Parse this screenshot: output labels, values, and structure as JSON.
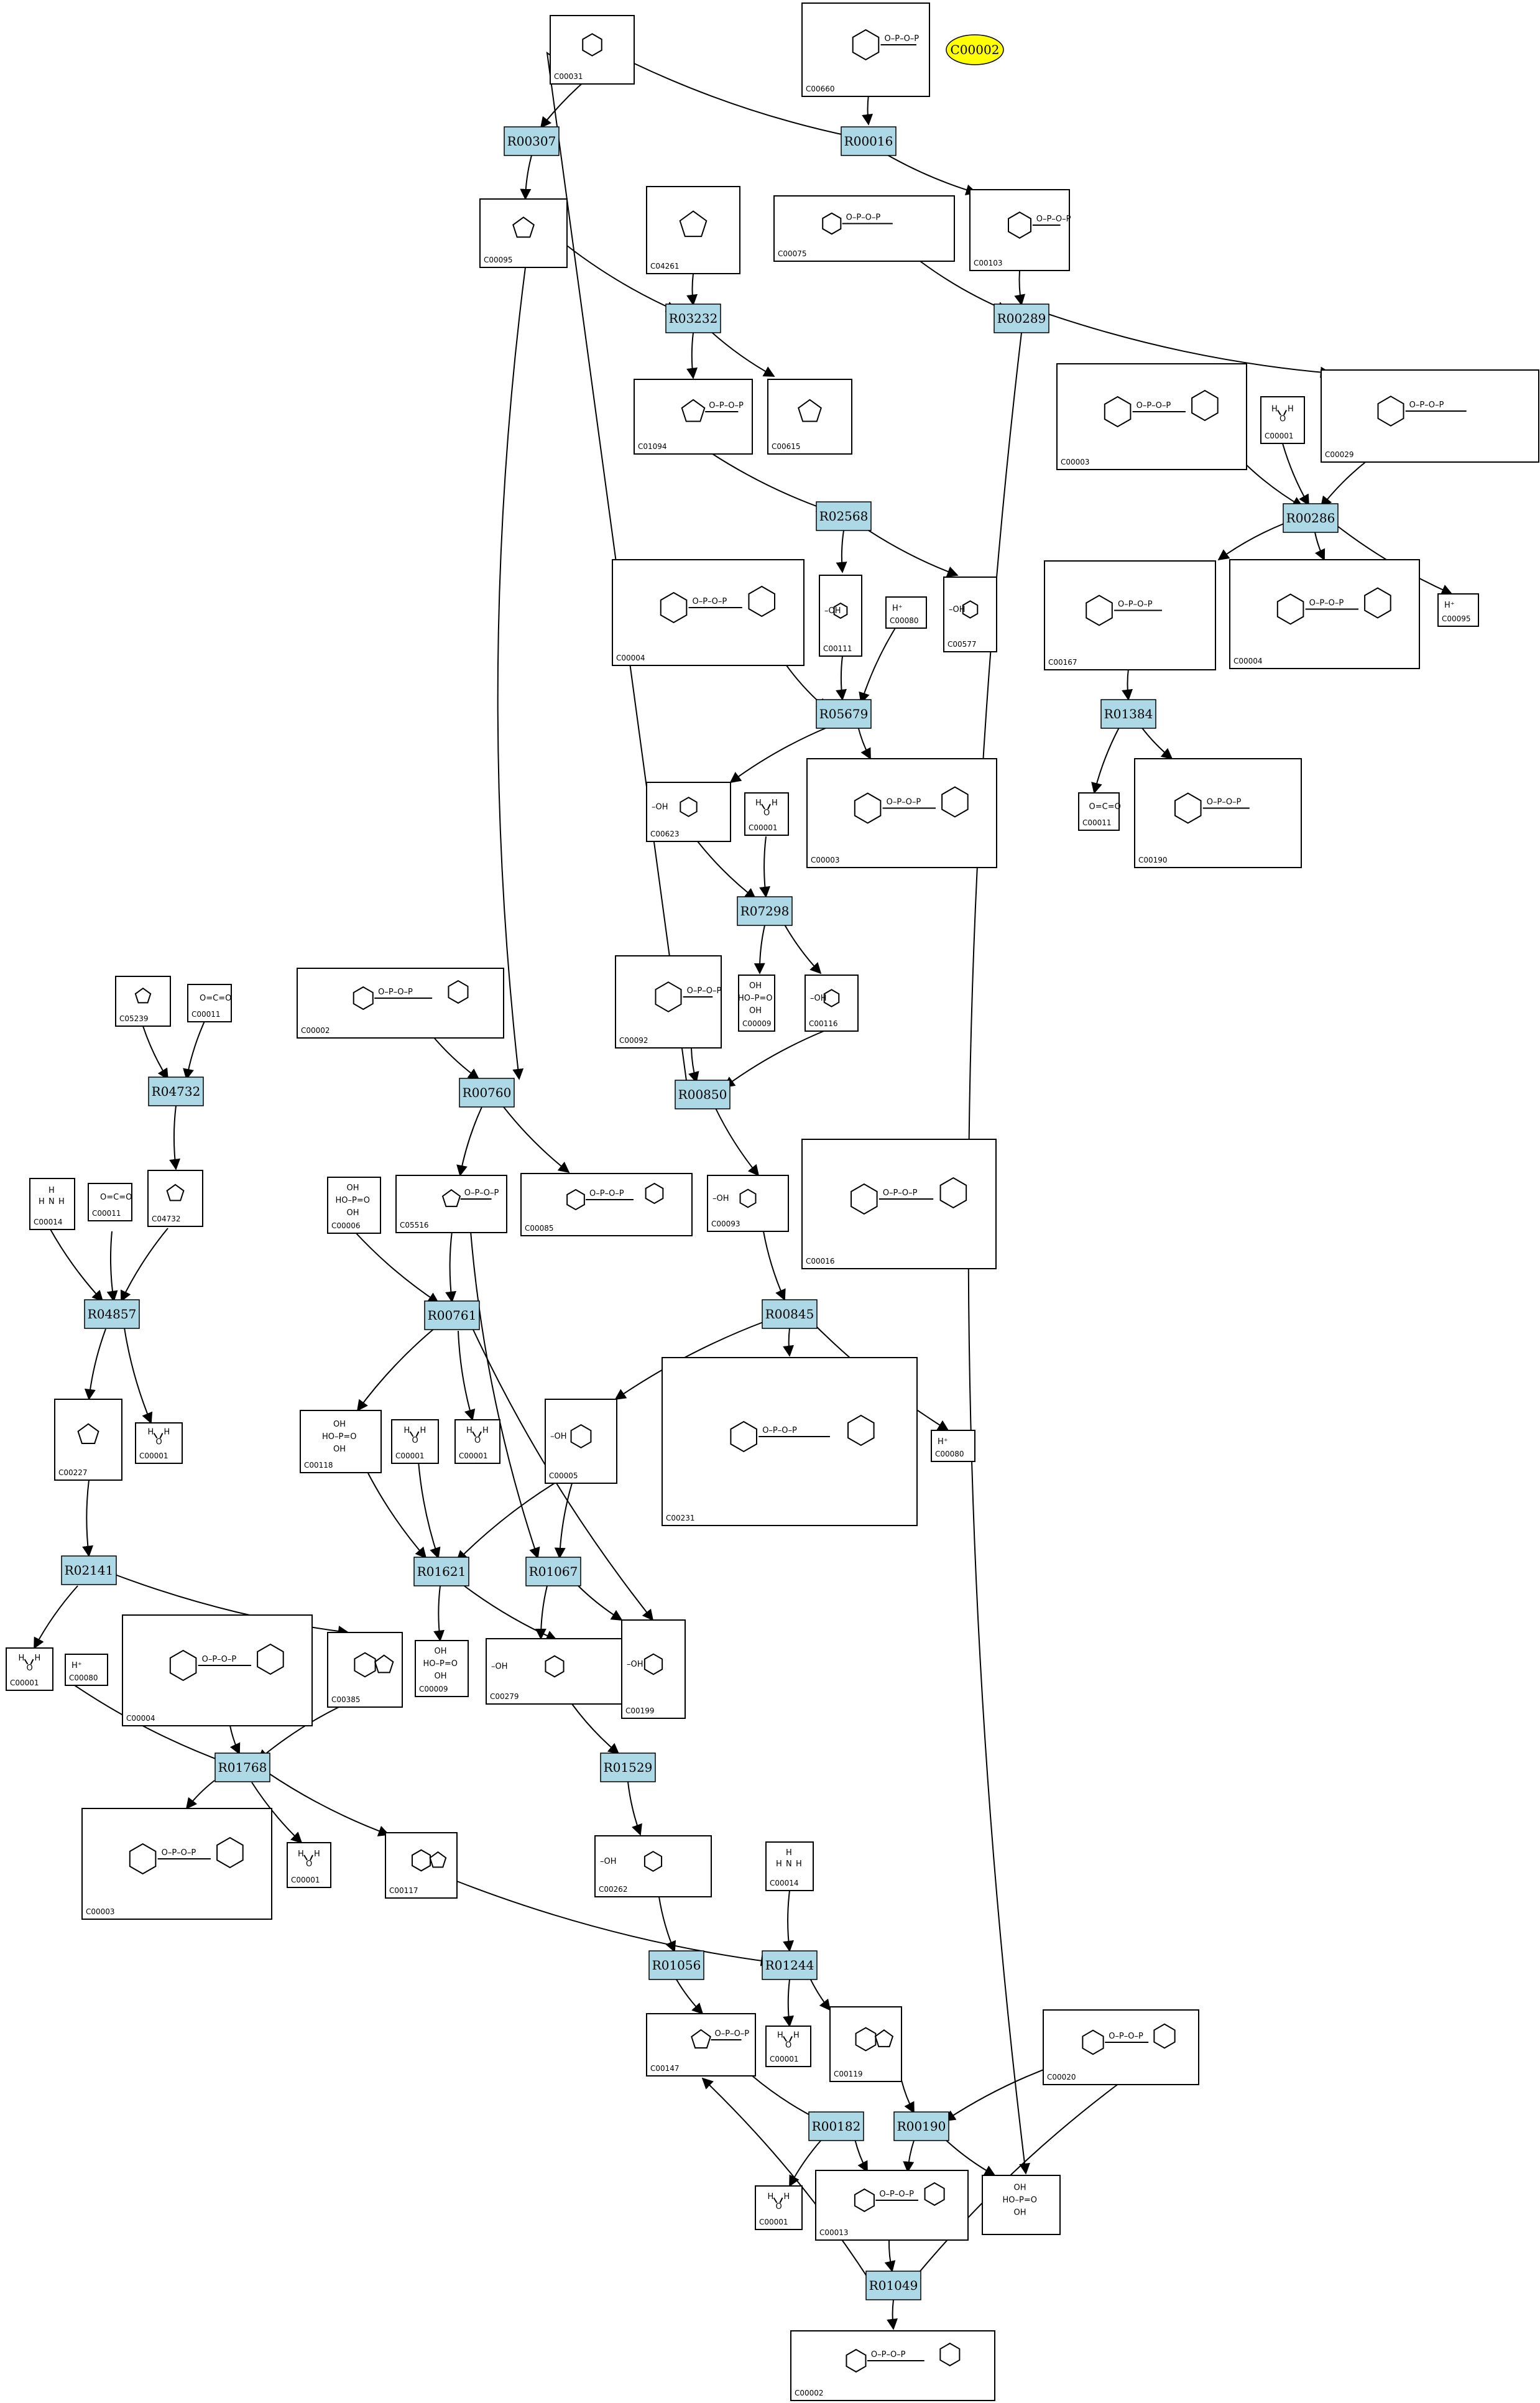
{
  "highlight": {
    "label": "C00002"
  },
  "reactions": [
    "R00307",
    "R00016",
    "R03232",
    "R00289",
    "R02568",
    "R00286",
    "R05679",
    "R01384",
    "R07298",
    "R04732",
    "R00760",
    "R00850",
    "R04857",
    "R00761",
    "R00845",
    "R02141",
    "R01621",
    "R01067",
    "R01768",
    "R01529",
    "R01056",
    "R01244",
    "R00182",
    "R00190",
    "R01049"
  ],
  "compounds": [
    "C00031",
    "C00660",
    "C00095",
    "C04261",
    "C00075",
    "C00103",
    "C01094",
    "C00615",
    "C00003",
    "C00001",
    "C00029",
    "C00004",
    "C00111",
    "C00080",
    "C00577",
    "C00167",
    "C00623",
    "C00011",
    "C00190",
    "C00092",
    "C00009",
    "C00116",
    "C05239",
    "C00002",
    "C04732",
    "C00014",
    "C05516",
    "C00085",
    "C00006",
    "C00093",
    "C00016",
    "C00227",
    "C00118",
    "C00005",
    "C00231",
    "C00279",
    "C00385",
    "C00199",
    "C00262",
    "C00117",
    "C00147",
    "C00119",
    "C00020",
    "C00013"
  ]
}
